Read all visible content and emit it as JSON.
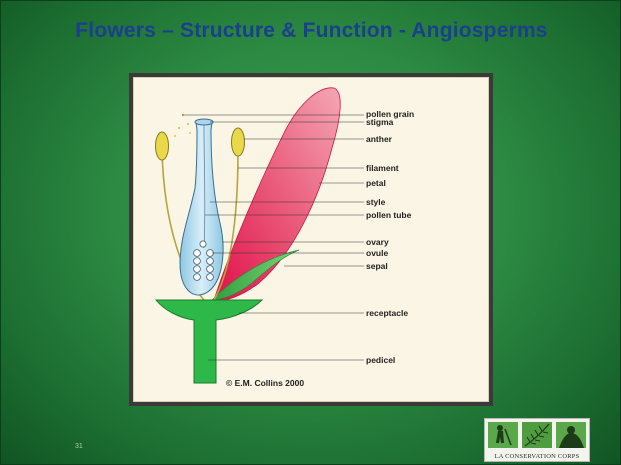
{
  "slide": {
    "title": "Flowers – Structure & Function -  Angiosperms",
    "number": "31"
  },
  "diagram": {
    "labels": [
      "pollen grain",
      "stigma",
      "anther",
      "filament",
      "petal",
      "style",
      "pollen tube",
      "ovary",
      "ovule",
      "sepal",
      "receptacle",
      "pedicel"
    ],
    "credit": "© E.M. Collins 2000"
  },
  "logo": {
    "caption": "LA CONSERVATION CORPS"
  },
  "colors": {
    "background": "#2c8a42",
    "title": "#1b3f8f",
    "receptacle": "#2fb84a",
    "petal": "#e8506f",
    "sepal": "#4fbf52",
    "anther": "#e8d84a",
    "style": "#bcdff0"
  }
}
